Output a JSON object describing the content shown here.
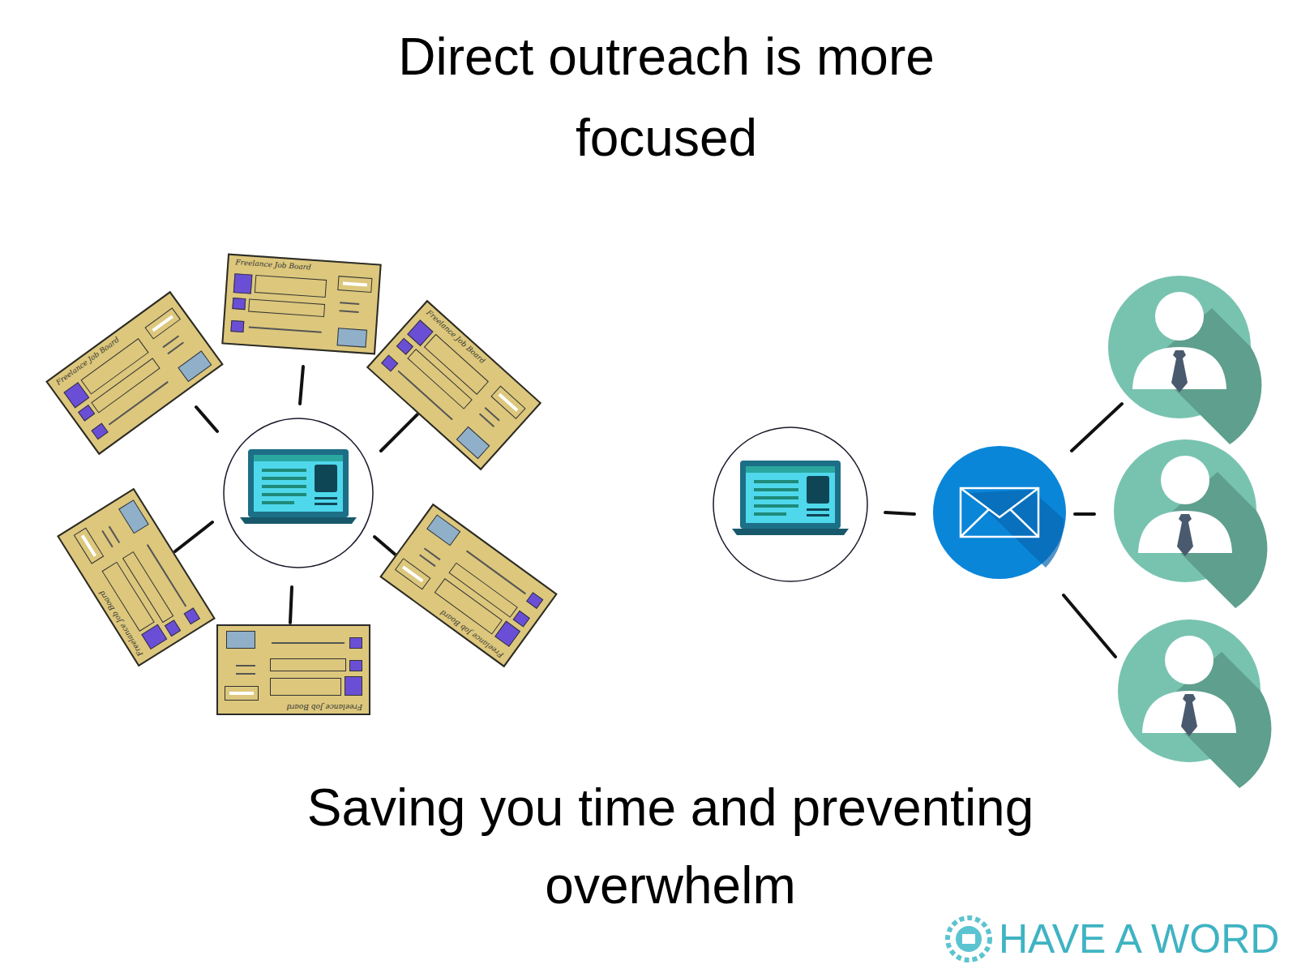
{
  "diagram": {
    "title": "Direct outreach is more focused",
    "caption": "Saving you time and preventing overwhelm",
    "nodes": [
      {
        "text": [
          "Freelance Job Board"
        ]
      },
      {
        "text": [
          "Freelance Job Board"
        ]
      },
      {
        "text": [
          "Freelance Job Board"
        ]
      },
      {
        "text": [
          "Freelance Job Board"
        ]
      },
      {
        "text": [
          "Freelance Job Board"
        ]
      },
      {
        "text": [
          "Freelance Job Board"
        ]
      }
    ],
    "labels": [
      "HAVE A WORD"
    ]
  }
}
